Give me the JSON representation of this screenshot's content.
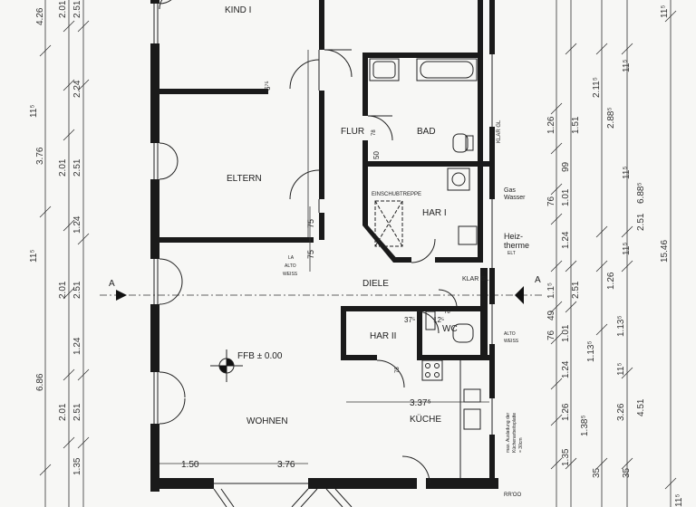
{
  "rooms": {
    "kind": "KIND I",
    "eltern": "ELTERN",
    "flur": "FLUR",
    "bad": "BAD",
    "har1": "HAR I",
    "einschubtreppe": "EINSCHUBTREPPE",
    "diele": "DIELE",
    "har2": "HAR II",
    "wc": "WC",
    "wohnen": "WOHNEN",
    "kueche": "KÜCHE"
  },
  "labels": {
    "ffb": "FFB ± 0.00",
    "klar_gl_1": "KLAR GL",
    "klar_gl_2": "KLAR GL",
    "gas_wasser_1": "Gas",
    "gas_wasser_2": "Wasser",
    "heiztherme_1": "Heiz-",
    "heiztherme_2": "therme",
    "elt": "ELT",
    "la_alto_weiss_1": "LA",
    "la_alto_weiss_2": "ALTO",
    "la_alto_weiss_3": "WEISS",
    "alto_weiss_1": "ALTO",
    "alto_weiss_2": "WEISS",
    "section_a_left": "A",
    "section_a_right": "A",
    "kuechen_note_1": "max. Ausladung der",
    "kuechen_note_2": "Küchenarbeitsplatte",
    "kuechen_note_3": "= 30cm",
    "rroo": "RR'OO",
    "n78_1": "78",
    "n78_2": "78",
    "n50": "50",
    "n75_1": "75",
    "n75_2": "75",
    "n6_75": "6⁷⁵",
    "n37_5": "37⁵",
    "n12_5": "12⁵",
    "n75_3": "75",
    "dim_150": "1.50",
    "dim_376_bottom": "3.76",
    "dim_337": "3.37⁵"
  },
  "left_dims": {
    "d426": "4.26",
    "d201a": "2.01",
    "d251a": "2.51",
    "d224": "2.24",
    "d115a": "11⁵",
    "d376": "3.76",
    "d201b": "2.01",
    "d251b": "2.51",
    "d124a": "1.24",
    "d115b": "11⁵",
    "d201c": "2.01",
    "d251c": "2.51",
    "d124b": "1.24",
    "d686": "6.86",
    "d201d": "2.01",
    "d251d": "2.51",
    "d135": "1.35"
  },
  "right_dims": {
    "r126a": "1.26",
    "r151": "1.51",
    "r99": "99",
    "r76a": "76",
    "r101a": "1.01",
    "r124a": "1.24",
    "r115a": "1.1⁵",
    "r49": "49",
    "r76b": "76",
    "r101b": "1.01",
    "r124b": "1.24",
    "r126b": "1.26",
    "r135": "1.35",
    "r251": "2.51",
    "r113": "1.13⁵",
    "r138": "1.38⁵",
    "r211": "2.11⁵",
    "r288": "2.88⁵",
    "r115b": "11⁵",
    "r115c": "11⁵",
    "r126c": "1.26",
    "r113b": "1.13⁵",
    "r115d": "11⁵",
    "r326": "3.26",
    "r115e": "11⁵",
    "r688": "6.88⁵",
    "r251b": "2.51",
    "r451": "4.51",
    "r35a": "35",
    "r35b": "35",
    "r1546": "15.46",
    "r115f": "11⁵",
    "r115g": "11⁵"
  }
}
